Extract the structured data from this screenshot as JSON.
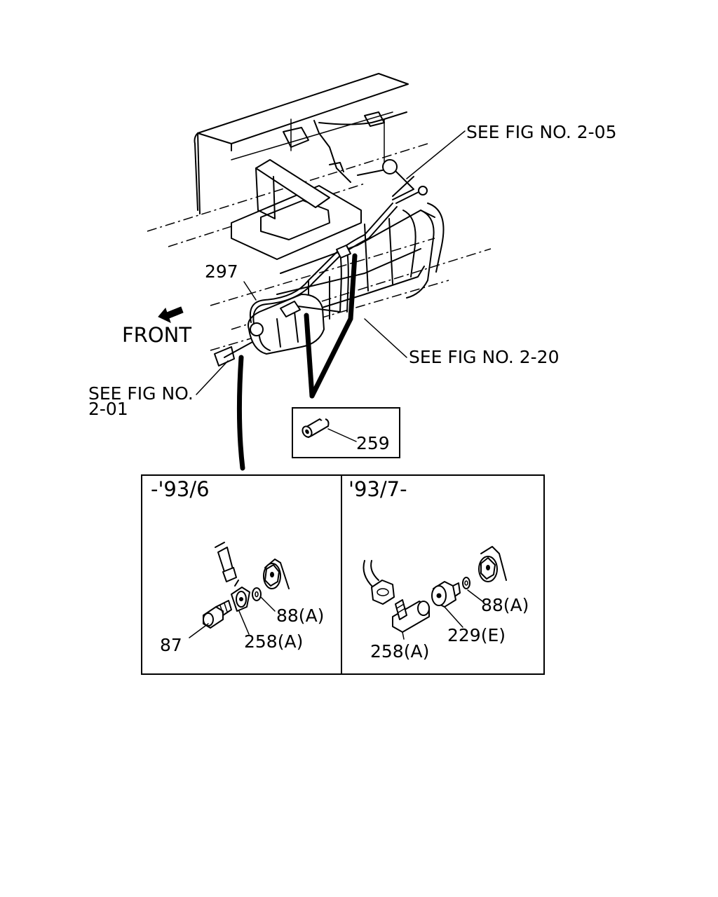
{
  "labels": {
    "see_fig_205": "SEE FIG NO. 2-05",
    "see_fig_220": "SEE FIG NO. 2-20",
    "see_fig_201_line1": "SEE FIG NO.",
    "see_fig_201_line2": "2-01",
    "front": "FRONT",
    "part_297": "297",
    "part_259": "259"
  },
  "panel_left": {
    "period": "-'93/6",
    "part_87": "87",
    "part_258a": "258(A)",
    "part_88a": "88(A)"
  },
  "panel_right": {
    "period": "'93/7-",
    "part_258a": "258(A)",
    "part_229e": "229(E)",
    "part_88a": "88(A)"
  }
}
